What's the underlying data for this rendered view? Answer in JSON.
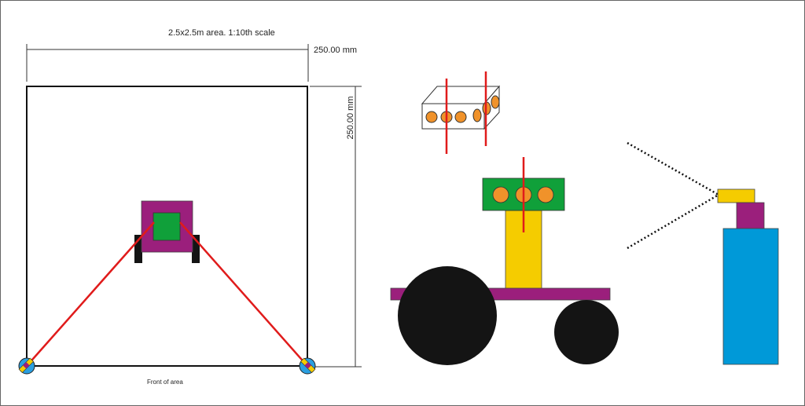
{
  "diagram": {
    "title": "2.5x2.5m area. 1:10th scale",
    "width_dimension": "250.00 mm",
    "height_dimension": "250.00 mm",
    "front_label": "Front of area"
  },
  "colors": {
    "area_outline": "#111111",
    "beam": "#e01b1b",
    "robot_body": "#9b1f7c",
    "sensor_box": "#10a03a",
    "wheel": "#141414",
    "pillar": "#f5cc00",
    "led": "#f0922a",
    "bottle": "#0099d8",
    "camera": "#2b9fe0",
    "dimension_line": "#333333"
  },
  "icons": {
    "left_camera": "camera-icon",
    "right_camera": "camera-icon",
    "spray_bottle": "spray-bottle-icon"
  }
}
